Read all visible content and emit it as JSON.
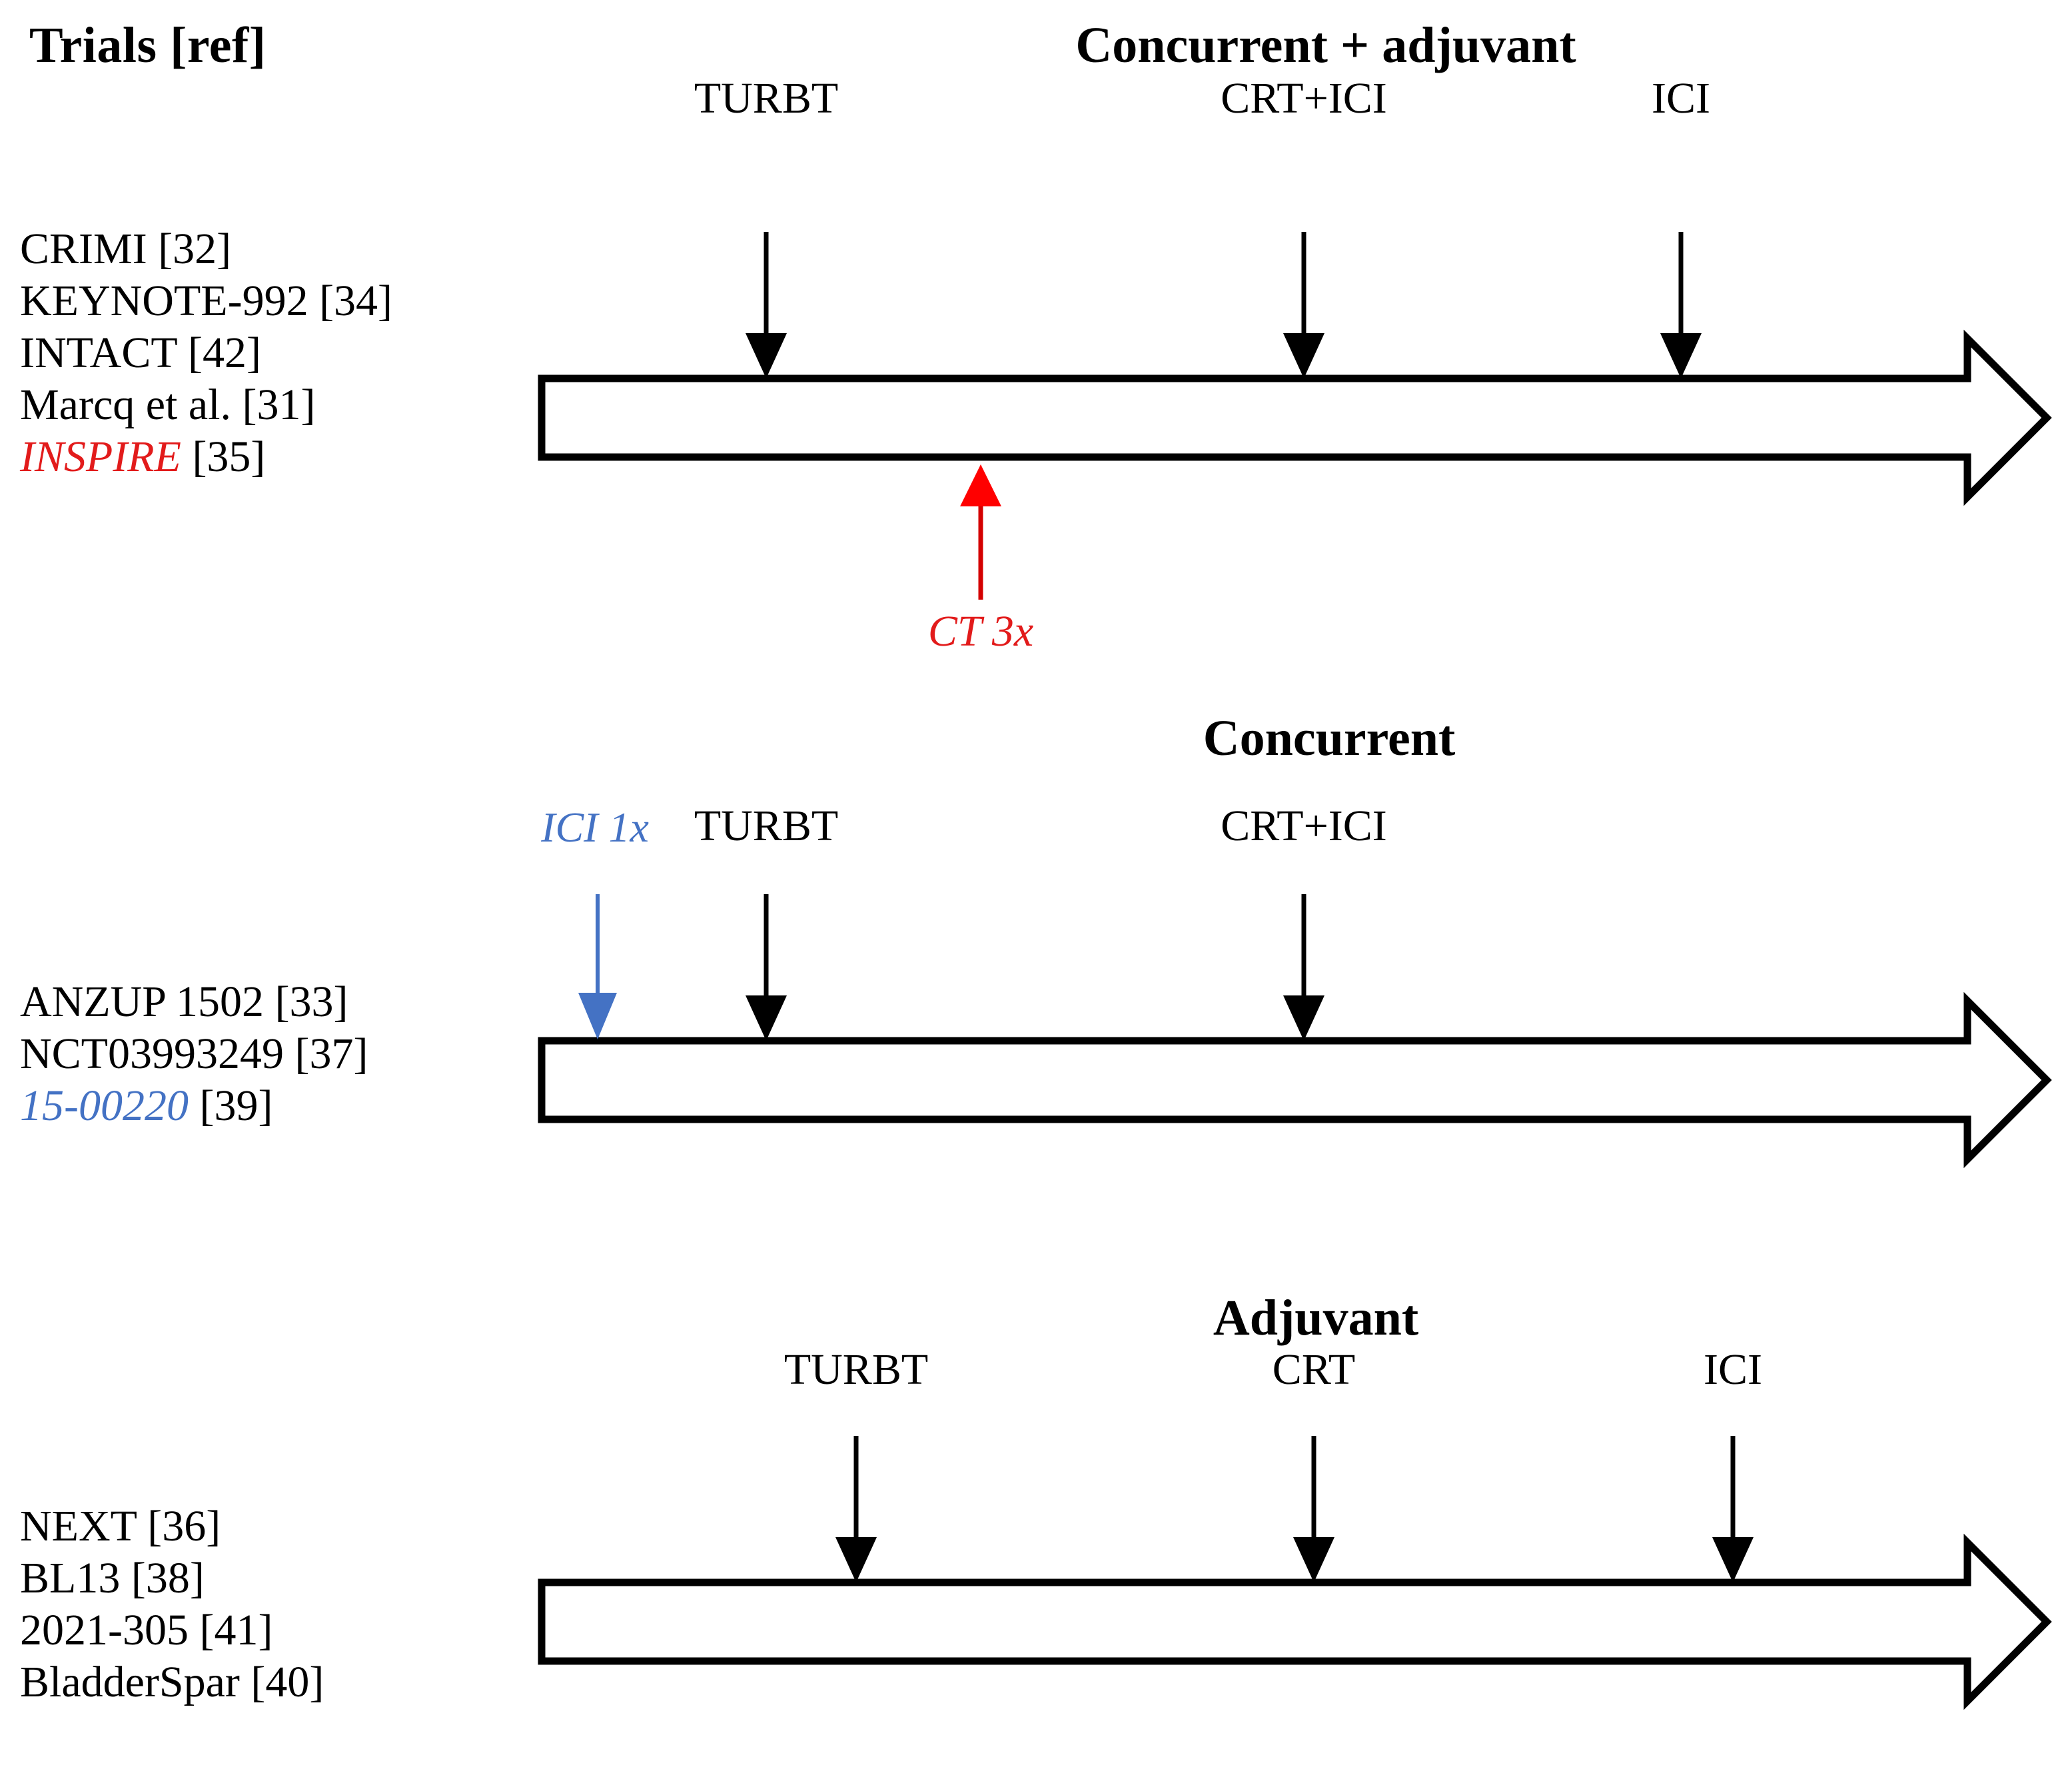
{
  "header": {
    "column_label": "Trials [ref]"
  },
  "sections": [
    {
      "id": "concurrent-adjuvant",
      "title": "Concurrent + adjuvant",
      "trials": [
        {
          "name": "CRIMI",
          "ref": "[32]",
          "style": "plain"
        },
        {
          "name": "KEYNOTE-992",
          "ref": "[34]",
          "style": "plain"
        },
        {
          "name": "INTACT",
          "ref": "[42]",
          "style": "plain"
        },
        {
          "name": "Marcq et al.",
          "ref": "[31]",
          "style": "plain"
        },
        {
          "name": "INSPIRE",
          "ref": "[35]",
          "style": "red-italic"
        }
      ],
      "nodes": [
        {
          "label": "TURBT",
          "direction": "down"
        },
        {
          "label": "CRT+ICI",
          "direction": "down"
        },
        {
          "label": "ICI",
          "direction": "down"
        }
      ],
      "annotations": [
        {
          "label": "CT 3x",
          "direction": "up",
          "color": "#e21b1b"
        }
      ]
    },
    {
      "id": "concurrent",
      "title": "Concurrent",
      "trials": [
        {
          "name": "ANZUP 1502",
          "ref": "[33]",
          "style": "plain"
        },
        {
          "name": "NCT03993249",
          "ref": "[37]",
          "style": "plain"
        },
        {
          "name": "15-00220",
          "ref": "[39]",
          "style": "blue-italic"
        }
      ],
      "nodes": [
        {
          "label": "TURBT",
          "direction": "down"
        },
        {
          "label": "CRT+ICI",
          "direction": "down"
        }
      ],
      "annotations": [
        {
          "label": "ICI 1x",
          "direction": "down",
          "color": "#4472c4"
        }
      ]
    },
    {
      "id": "adjuvant",
      "title": "Adjuvant",
      "trials": [
        {
          "name": "NEXT",
          "ref": "[36]",
          "style": "plain"
        },
        {
          "name": "BL13",
          "ref": "[38]",
          "style": "plain"
        },
        {
          "name": "2021-305",
          "ref": "[41]",
          "style": "plain"
        },
        {
          "name": "BladderSpar",
          "ref": "[40]",
          "style": "plain"
        }
      ],
      "nodes": [
        {
          "label": "TURBT",
          "direction": "down"
        },
        {
          "label": "CRT",
          "direction": "down"
        },
        {
          "label": "ICI",
          "direction": "down"
        }
      ],
      "annotations": []
    }
  ],
  "colors": {
    "red": "#e21b1b",
    "red_arrow": "#ff0000",
    "blue": "#4472c4",
    "black": "#000000",
    "background": "#ffffff"
  }
}
